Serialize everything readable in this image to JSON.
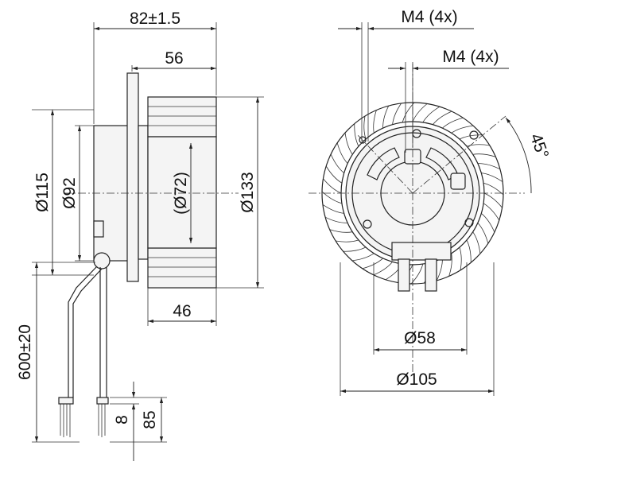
{
  "side_view": {
    "overall_length": "82±1.5",
    "rotor_length": "56",
    "diameter_flange": "Ø115",
    "diameter_body": "Ø92",
    "diameter_hub": "(Ø72)",
    "diameter_impeller": "Ø133",
    "impeller_width": "46",
    "cable_length": "600±20",
    "strip_length": "8",
    "lead_length": "85"
  },
  "front_view": {
    "thread_outer": "M4 (4x)",
    "thread_inner": "M4 (4x)",
    "angle": "45°",
    "bolt_circle_small": "Ø58",
    "bolt_circle_large": "Ø105"
  }
}
